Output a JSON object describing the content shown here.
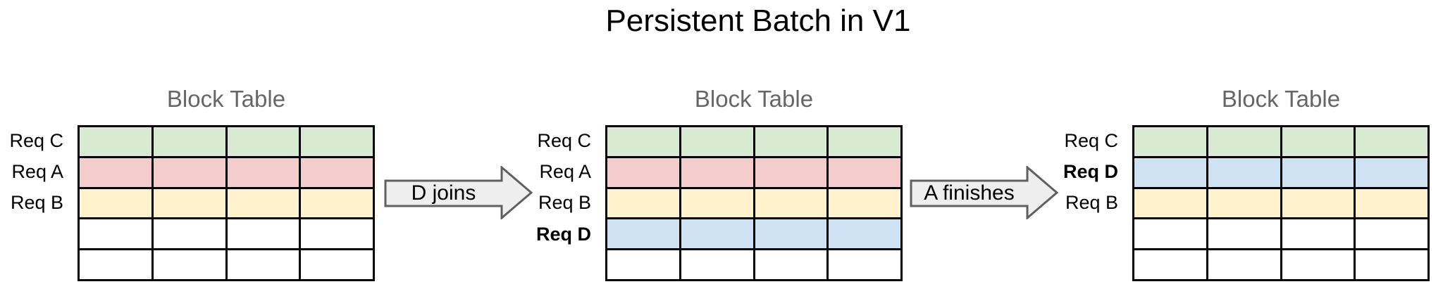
{
  "main_title": "Persistent Batch in V1",
  "colors": {
    "title_text": "#000000",
    "table_title_text": "#666666",
    "label_text": "#000000",
    "grid_line": "#000000",
    "arrow_fill": "#eeeeee",
    "arrow_border": "#606060",
    "req_green": "#d9ead3",
    "req_red": "#f4cccc",
    "req_yellow": "#fff2cc",
    "req_blue": "#cfe2f3",
    "empty_cell": "#ffffff"
  },
  "panels": [
    {
      "title": "Block Table",
      "columns": 4,
      "rows": [
        {
          "label": "Req C",
          "weight": "normal",
          "color": "#d9ead3"
        },
        {
          "label": "Req A",
          "weight": "normal",
          "color": "#f4cccc"
        },
        {
          "label": "Req B",
          "weight": "normal",
          "color": "#fff2cc"
        },
        {
          "label": "",
          "weight": "normal",
          "color": "#ffffff"
        },
        {
          "label": "",
          "weight": "normal",
          "color": "#ffffff"
        }
      ]
    },
    {
      "title": "Block Table",
      "columns": 4,
      "rows": [
        {
          "label": "Req C",
          "weight": "normal",
          "color": "#d9ead3"
        },
        {
          "label": "Req A",
          "weight": "normal",
          "color": "#f4cccc"
        },
        {
          "label": "Req B",
          "weight": "normal",
          "color": "#fff2cc"
        },
        {
          "label": "Req D",
          "weight": "bold",
          "color": "#cfe2f3"
        },
        {
          "label": "",
          "weight": "normal",
          "color": "#ffffff"
        }
      ]
    },
    {
      "title": "Block Table",
      "columns": 4,
      "rows": [
        {
          "label": "Req C",
          "weight": "normal",
          "color": "#d9ead3"
        },
        {
          "label": "Req D",
          "weight": "bold",
          "color": "#cfe2f3"
        },
        {
          "label": "Req B",
          "weight": "normal",
          "color": "#fff2cc"
        },
        {
          "label": "",
          "weight": "normal",
          "color": "#ffffff"
        },
        {
          "label": "",
          "weight": "normal",
          "color": "#ffffff"
        }
      ]
    }
  ],
  "arrows": [
    {
      "label": "D joins"
    },
    {
      "label": "A finishes"
    }
  ]
}
